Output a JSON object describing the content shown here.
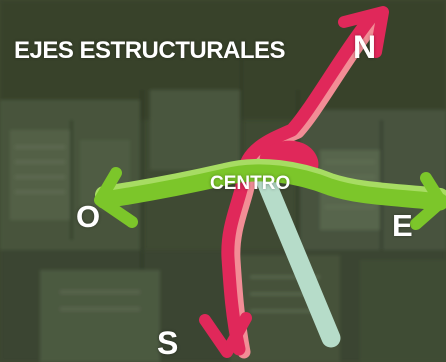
{
  "title": "EJES ESTRUCTURALES",
  "labels": {
    "north": "N",
    "west": "O",
    "east": "E",
    "south": "S",
    "center": "CENTRO"
  },
  "colors": {
    "background": "#3f4a33",
    "north_south_axis": "#e0285a",
    "east_west_axis": "#7cc62a",
    "secondary_axis": "#b6dcc9",
    "text": "#ffffff"
  }
}
